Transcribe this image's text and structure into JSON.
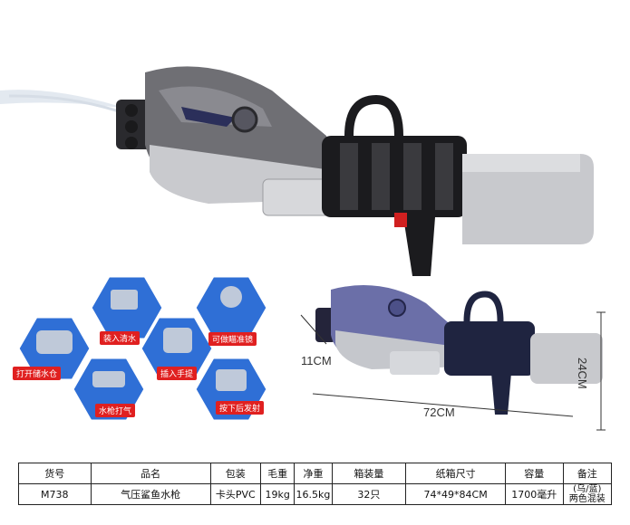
{
  "badges": {
    "load_water": "装入清水",
    "aim_scope": "可做瞄准镜",
    "open_tank": "打开储水仓",
    "insert_handle": "插入手提",
    "pump_air": "水枪打气",
    "press_fire": "按下后发射"
  },
  "dimensions": {
    "height": "11CM",
    "length": "72CM",
    "depth": "24CM"
  },
  "table": {
    "headers": [
      "货号",
      "品名",
      "包装",
      "毛重",
      "净重",
      "箱装量",
      "纸箱尺寸",
      "容量",
      "备注"
    ],
    "row": {
      "item_no": "M738",
      "name": "气压鲨鱼水枪",
      "packing": "卡头PVC",
      "gross_weight": "19kg",
      "net_weight": "16.5kg",
      "qty": "32只",
      "carton_size": "74*49*84CM",
      "capacity": "1700毫升",
      "remark_line1": "(乌/蓝)",
      "remark_line2": "两色混装"
    }
  },
  "colors": {
    "badge_red": "#e02020",
    "hex_blue": "#2f6fd6",
    "gun_gray": "#6f6f74",
    "gun_blue": "#6b6fa8",
    "gun_black": "#1b1b1e"
  }
}
